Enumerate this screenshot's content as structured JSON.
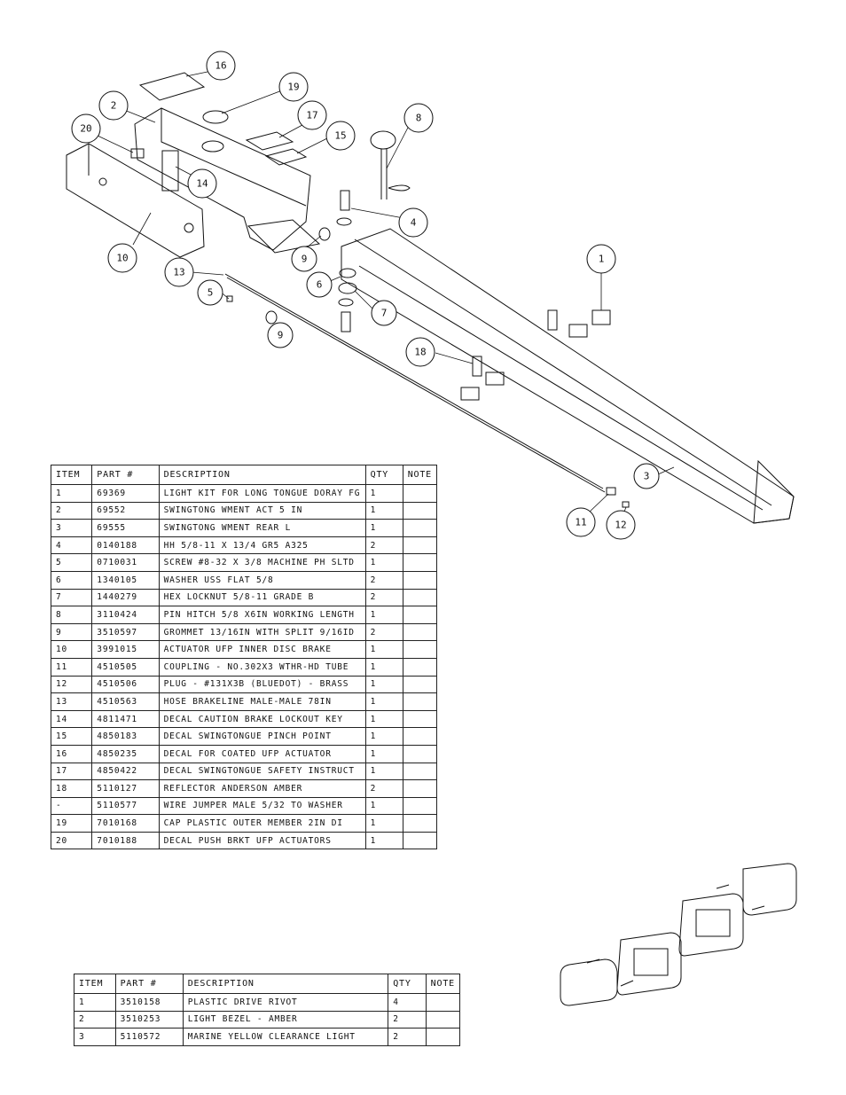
{
  "main_table": {
    "headers": {
      "item": "ITEM",
      "part": "PART #",
      "desc": "DESCRIPTION",
      "qty": "QTY",
      "note": "NOTE"
    },
    "rows": [
      {
        "item": "1",
        "part": "69369",
        "desc": "LIGHT KIT FOR LONG TONGUE DORAY FG",
        "qty": "1",
        "note": ""
      },
      {
        "item": "2",
        "part": "69552",
        "desc": "SWINGTONG WMENT ACT 5 IN",
        "qty": "1",
        "note": ""
      },
      {
        "item": "3",
        "part": "69555",
        "desc": "SWINGTONG WMENT REAR L",
        "qty": "1",
        "note": ""
      },
      {
        "item": "4",
        "part": "0140188",
        "desc": "HH 5/8-11 X 13/4  GR5 A325",
        "qty": "2",
        "note": ""
      },
      {
        "item": "5",
        "part": "0710031",
        "desc": "SCREW #8-32 X 3/8 MACHINE PH SLTD",
        "qty": "1",
        "note": ""
      },
      {
        "item": "6",
        "part": "1340105",
        "desc": "WASHER USS FLAT 5/8",
        "qty": "2",
        "note": ""
      },
      {
        "item": "7",
        "part": "1440279",
        "desc": "HEX LOCKNUT 5/8-11 GRADE B",
        "qty": "2",
        "note": ""
      },
      {
        "item": "8",
        "part": "3110424",
        "desc": "PIN HITCH 5/8 X6IN WORKING LENGTH",
        "qty": "1",
        "note": ""
      },
      {
        "item": "9",
        "part": "3510597",
        "desc": "GROMMET 13/16IN  WITH SPLIT 9/16ID",
        "qty": "2",
        "note": ""
      },
      {
        "item": "10",
        "part": "3991015",
        "desc": "ACTUATOR UFP INNER  DISC BRAKE",
        "qty": "1",
        "note": ""
      },
      {
        "item": "11",
        "part": "4510505",
        "desc": "COUPLING - NO.302X3 WTHR-HD TUBE",
        "qty": "1",
        "note": ""
      },
      {
        "item": "12",
        "part": "4510506",
        "desc": "PLUG - #131X3B (BLUEDOT) - BRASS",
        "qty": "1",
        "note": ""
      },
      {
        "item": "13",
        "part": "4510563",
        "desc": "HOSE BRAKELINE MALE-MALE 78IN",
        "qty": "1",
        "note": ""
      },
      {
        "item": "14",
        "part": "4811471",
        "desc": "DECAL CAUTION BRAKE LOCKOUT KEY",
        "qty": "1",
        "note": ""
      },
      {
        "item": "15",
        "part": "4850183",
        "desc": "DECAL SWINGTONGUE PINCH POINT",
        "qty": "1",
        "note": ""
      },
      {
        "item": "16",
        "part": "4850235",
        "desc": "DECAL FOR COATED UFP ACTUATOR",
        "qty": "1",
        "note": ""
      },
      {
        "item": "17",
        "part": "4850422",
        "desc": "DECAL SWINGTONGUE SAFETY INSTRUCT",
        "qty": "1",
        "note": ""
      },
      {
        "item": "18",
        "part": "5110127",
        "desc": "REFLECTOR ANDERSON AMBER",
        "qty": "2",
        "note": ""
      },
      {
        "item": "-",
        "part": "5110577",
        "desc": "WIRE JUMPER MALE 5/32 TO WASHER",
        "qty": "1",
        "note": ""
      },
      {
        "item": "19",
        "part": "7010168",
        "desc": "CAP  PLASTIC OUTER MEMBER 2IN DI",
        "qty": "1",
        "note": ""
      },
      {
        "item": "20",
        "part": "7010188",
        "desc": "DECAL PUSH BRKT UFP ACTUATORS",
        "qty": "1",
        "note": ""
      }
    ]
  },
  "inset_table": {
    "headers": {
      "item": "ITEM",
      "part": "PART #",
      "desc": "DESCRIPTION",
      "qty": "QTY",
      "note": "NOTE"
    },
    "rows": [
      {
        "item": "1",
        "part": "3510158",
        "desc": "PLASTIC DRIVE RIVOT",
        "qty": "4",
        "note": ""
      },
      {
        "item": "2",
        "part": "3510253",
        "desc": "LIGHT BEZEL - AMBER",
        "qty": "2",
        "note": ""
      },
      {
        "item": "3",
        "part": "5110572",
        "desc": "MARINE YELLOW CLEARANCE LIGHT",
        "qty": "2",
        "note": ""
      }
    ]
  },
  "balloons": {
    "b1": "1",
    "b2": "2",
    "b3": "3",
    "b4": "4",
    "b5": "5",
    "b6": "6",
    "b7": "7",
    "b8": "8",
    "b9a": "9",
    "b9b": "9",
    "b10": "10",
    "b11": "11",
    "b12": "12",
    "b13": "13",
    "b14": "14",
    "b15": "15",
    "b16": "16",
    "b17": "17",
    "b18": "18",
    "b19": "19",
    "b20": "20"
  }
}
